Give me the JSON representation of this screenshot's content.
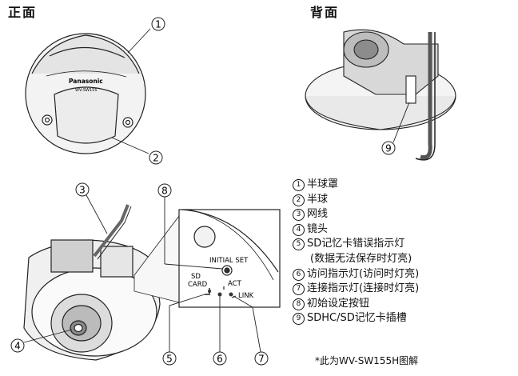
{
  "headings": {
    "front": "正面",
    "back": "背面"
  },
  "front_camera": {
    "brand": "Panasonic",
    "model": "WV-SW155"
  },
  "rear_panel": {
    "initial_set": "INITIAL SET",
    "sd_card_line1": "SD",
    "sd_card_line2": "CARD",
    "act": "ACT",
    "link": "LINK"
  },
  "callouts": {
    "n1": "1",
    "n2": "2",
    "n3": "3",
    "n4": "4",
    "n5": "5",
    "n6": "6",
    "n7": "7",
    "n8": "8",
    "n9": "9"
  },
  "parts": [
    {
      "num": "1",
      "label": "半球罩"
    },
    {
      "num": "2",
      "label": "半球"
    },
    {
      "num": "3",
      "label": "网线"
    },
    {
      "num": "4",
      "label": "镜头"
    },
    {
      "num": "5",
      "label": "SD记忆卡错误指示灯",
      "note": "(数据无法保存时灯亮)"
    },
    {
      "num": "6",
      "label": "访问指示灯(访问时灯亮)"
    },
    {
      "num": "7",
      "label": "连接指示灯(连接时灯亮)"
    },
    {
      "num": "8",
      "label": "初始设定按钮"
    },
    {
      "num": "9",
      "label": "SDHC/SD记忆卡插槽"
    }
  ],
  "footnote": "*此为WV-SW155H图解"
}
